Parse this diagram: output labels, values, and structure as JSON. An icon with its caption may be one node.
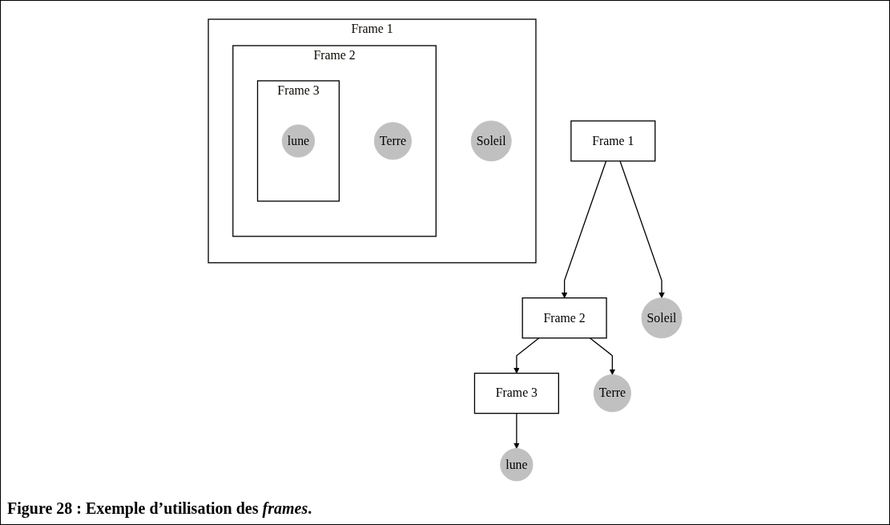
{
  "diagram": {
    "caption": "Figure 28 : Exemple d’utilisation des *frames*.",
    "nodes": [
      {
        "text": [
          "Frame 1"
        ]
      },
      {
        "text": [
          "Soleil"
        ],
        "in": 0
      },
      {
        "text": [
          "Frame 2"
        ],
        "in": 0
      },
      {
        "text": [
          "Frame 3"
        ],
        "in": 2
      },
      {
        "text": [
          "lune"
        ],
        "in": 3
      },
      {
        "text": [
          "Terre"
        ],
        "in": 2
      },
      {
        "text": [
          "Frame 1"
        ]
      },
      {
        "text": [
          "Frame 2"
        ]
      },
      {
        "text": [
          "Soleil"
        ]
      },
      {
        "text": [
          "Frame 3"
        ]
      },
      {
        "text": [
          "Terre"
        ]
      },
      {
        "text": [
          "lune"
        ]
      }
    ],
    "edges": [
      {
        "from": 6,
        "to": 7,
        "arrow": "to"
      },
      {
        "from": 6,
        "to": 8,
        "arrow": "to"
      },
      {
        "from": 7,
        "to": 9,
        "arrow": "to"
      },
      {
        "from": 7,
        "to": 10,
        "arrow": "to"
      },
      {
        "from": 9,
        "to": 11,
        "arrow": "to"
      }
    ]
  }
}
